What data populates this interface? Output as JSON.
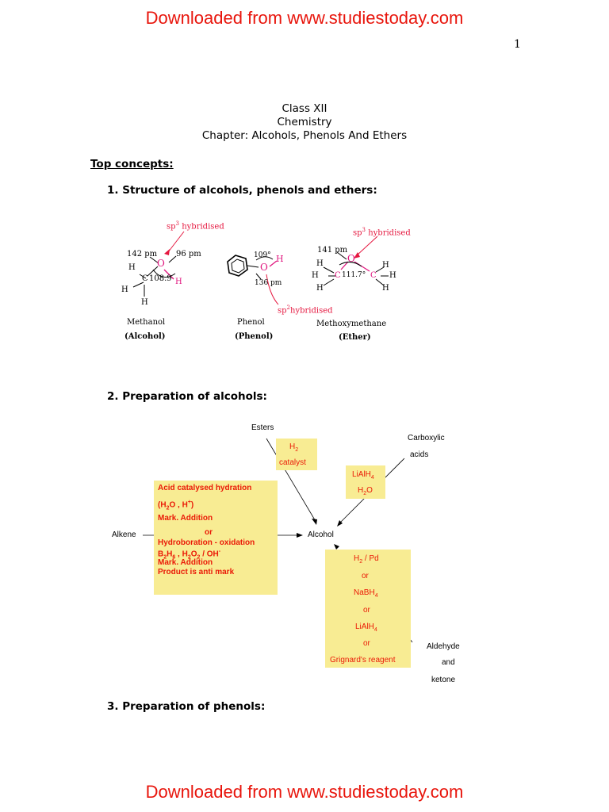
{
  "banner": {
    "top": "Downloaded  from  www.studiestoday.com",
    "bottom": "Downloaded  from  www.studiestoday.com"
  },
  "page_number": "1",
  "title": {
    "line1": "Class XII",
    "line2": "Chemistry",
    "line3": "Chapter: Alcohols, Phenols And Ethers"
  },
  "top_concepts": "Top concepts:",
  "section1": {
    "heading": "1.  Structure of alcohols, phenols and ethers:",
    "sp3_label_1": "sp",
    "sp3_sup": "3",
    "hybridised": "hybridised",
    "sp2_label": "sp",
    "sp2_sup": "2",
    "methanol": {
      "bond_ch": "142 pm",
      "bond_oh": "96 pm",
      "angle": "108.9",
      "name": "Methanol",
      "class": "(Alcohol)"
    },
    "phenol": {
      "angle": "109°",
      "bond": "136 pm",
      "name": "Phenol",
      "class": "(Phenol)"
    },
    "ether": {
      "bond": "141 pm",
      "angle": "111.7°",
      "name": "Methoxymethane",
      "class": "(Ether)"
    },
    "atoms": {
      "H": "H",
      "C": "C",
      "O": "O"
    }
  },
  "section2": {
    "heading": "2. Preparation of alcohols:",
    "esters": "Esters",
    "carboxylic": "Carboxylic",
    "acids": "acids",
    "alkene": "Alkene",
    "alcohol": "Alcohol",
    "aldehyde": "Aldehyde",
    "and": "and",
    "ketone": "ketone",
    "h2_box": {
      "line1": "H",
      "line1_sub": "2",
      "line2": "catalyst"
    },
    "lialh4_box": {
      "line1": "LiAlH",
      "line1_sub": "4",
      "line2": "H",
      "line2_sub": "2",
      "line2_end": "O"
    },
    "hydration_box": {
      "l1": "Acid catalysed hydration",
      "l2a": "(H",
      "l2sub": "2",
      "l2b": "O , H",
      "l2sup": "+",
      "l2c": ")",
      "l3": "Mark. Addition",
      "l4": "or",
      "l5": "Hydroboration - oxidation",
      "l6a": "B",
      "l6s1": "2",
      "l6b": "H",
      "l6s2": "6",
      "l6c": " , H",
      "l6s3": "2",
      "l6d": "O",
      "l6s4": "2",
      "l6e": " / OH",
      "l6sup": "-",
      "l7": "Mark. Addition",
      "l8": "Product is anti mark"
    },
    "reduction_box": {
      "l1a": "H",
      "l1sub": "2",
      "l1b": " / Pd",
      "or": "or",
      "l3a": "NaBH",
      "l3sub": "4",
      "l5a": "LiAlH",
      "l5sub": "4",
      "l7": "Grignard's reagent"
    }
  },
  "section3": {
    "heading": "3.  Preparation of phenols:"
  }
}
